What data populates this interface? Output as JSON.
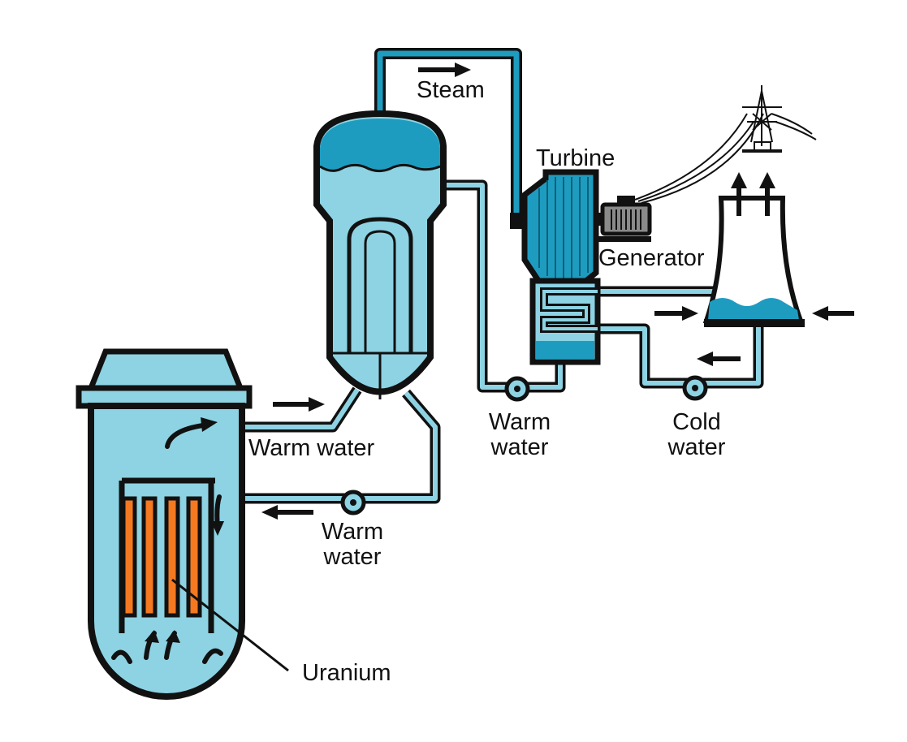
{
  "labels": {
    "steam": "Steam",
    "turbine": "Turbine",
    "generator": "Generator",
    "warm_water_reactor_out": "Warm water",
    "warm_water_return": [
      "Warm",
      "water"
    ],
    "warm_water_condenser": [
      "Warm",
      "water"
    ],
    "cold_water": [
      "Cold",
      "water"
    ],
    "uranium": "Uranium"
  },
  "colors": {
    "outline": "#111111",
    "water": "#8dd3e3",
    "steam_dark": "#1e9cc0",
    "fuel_rod": "#f47920",
    "generator": "#8a8a8a"
  }
}
